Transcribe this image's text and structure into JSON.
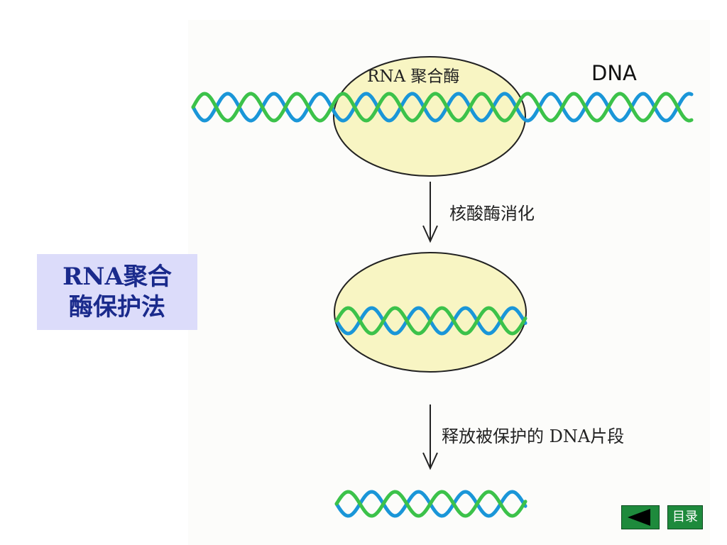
{
  "title": {
    "line1": "RNA聚合",
    "line2": "酶保护法"
  },
  "labels": {
    "polymerase": "RNA 聚合酶",
    "dna": "DNA",
    "step1": "核酸酶消化",
    "step2": "释放被保护的 DNA片段"
  },
  "nav": {
    "back_icon": "triangle-left-icon",
    "toc_label": "目录"
  },
  "colors": {
    "strand_blue": "#1a96d8",
    "strand_green": "#3cc24a",
    "ellipse_fill": "#f8f5c3",
    "title_box": "#dcdcfa",
    "title_text": "#1a2a8c",
    "nav_green": "#1e8a3c"
  }
}
